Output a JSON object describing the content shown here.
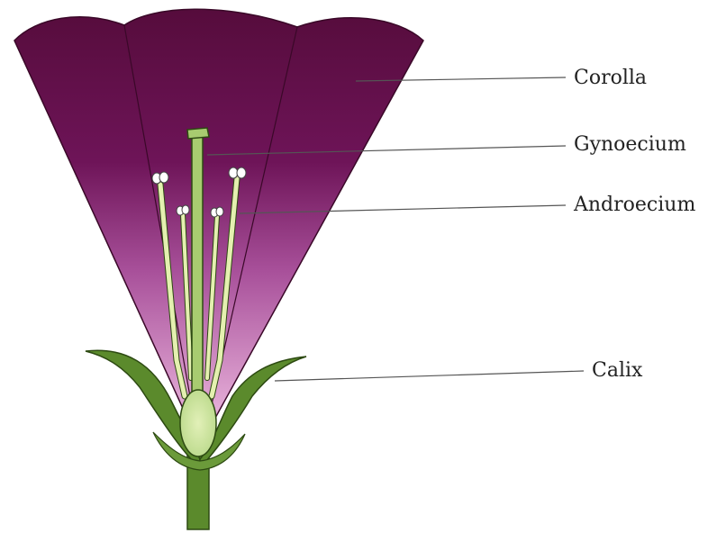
{
  "labels": {
    "corolla": "Corolla",
    "gynoecium": "Gynoecium",
    "androecium": "Androecium",
    "calix": "Calix"
  },
  "colors": {
    "corolla_top": "#560c3c",
    "corolla_mid": "#8a2a76",
    "corolla_bottom": "#f0b8e0",
    "stem": "#5b8a2c",
    "stamen": "#e4f0b0",
    "pistil": "#a8cc70",
    "leader_line": "#555555"
  }
}
